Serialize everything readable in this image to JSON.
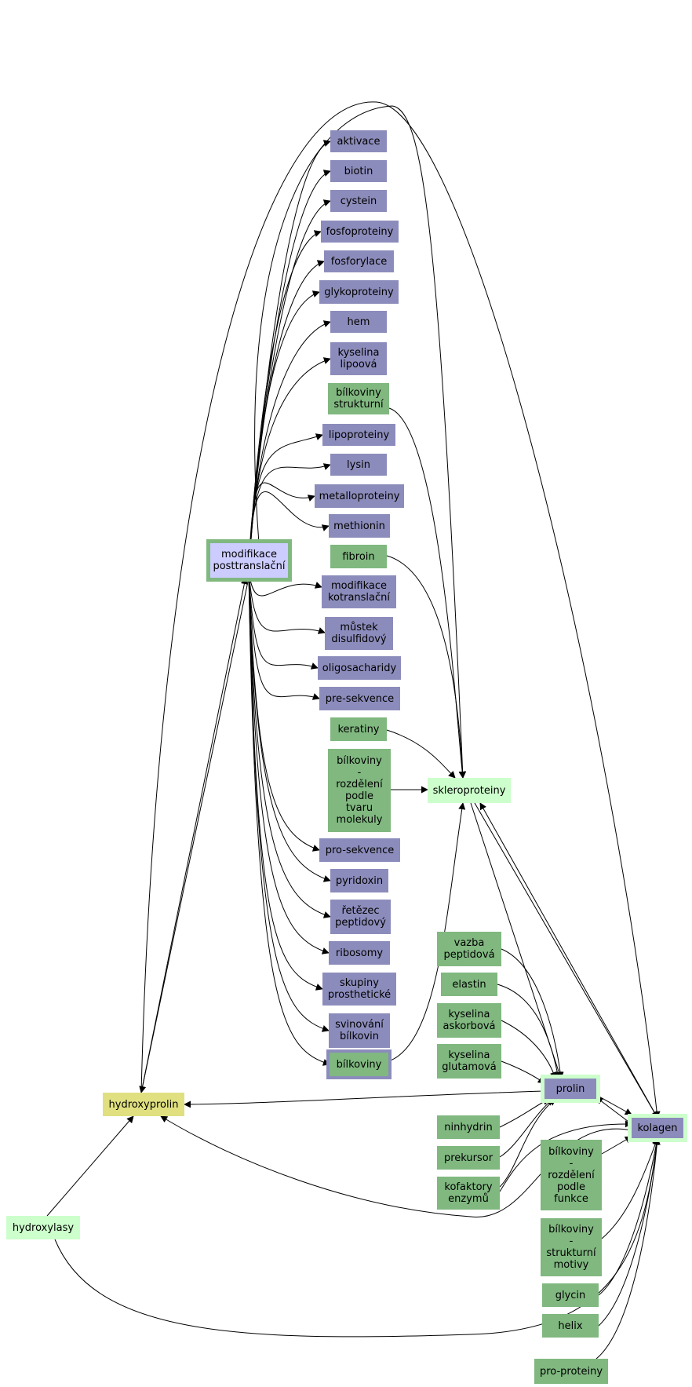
{
  "diagram": {
    "nodes": [
      {
        "id": "aktivace",
        "lines": [
          "aktivace"
        ],
        "color": "purple"
      },
      {
        "id": "biotin",
        "lines": [
          "biotin"
        ],
        "color": "purple"
      },
      {
        "id": "cystein",
        "lines": [
          "cystein"
        ],
        "color": "purple"
      },
      {
        "id": "fosfoproteiny",
        "lines": [
          "fosfoproteiny"
        ],
        "color": "purple"
      },
      {
        "id": "fosforylace",
        "lines": [
          "fosforylace"
        ],
        "color": "purple"
      },
      {
        "id": "glykoproteiny",
        "lines": [
          "glykoproteiny"
        ],
        "color": "purple"
      },
      {
        "id": "hem",
        "lines": [
          "hem"
        ],
        "color": "purple"
      },
      {
        "id": "kyselina-lipoova",
        "lines": [
          "kyselina",
          "lipoová"
        ],
        "color": "purple"
      },
      {
        "id": "bilkoviny-strukturni",
        "lines": [
          "bílkoviny",
          "strukturní"
        ],
        "color": "green"
      },
      {
        "id": "lipoproteiny",
        "lines": [
          "lipoproteiny"
        ],
        "color": "purple"
      },
      {
        "id": "lysin",
        "lines": [
          "lysin"
        ],
        "color": "purple"
      },
      {
        "id": "metalloproteiny",
        "lines": [
          "metalloproteiny"
        ],
        "color": "purple"
      },
      {
        "id": "methionin",
        "lines": [
          "methionin"
        ],
        "color": "purple"
      },
      {
        "id": "fibroin",
        "lines": [
          "fibroin"
        ],
        "color": "green"
      },
      {
        "id": "modifikace-posttranslacni",
        "lines": [
          "modifikace",
          "posttranslační"
        ],
        "color": "lavender",
        "border": "green"
      },
      {
        "id": "modifikace-kotranslacni",
        "lines": [
          "modifikace",
          "kotranslační"
        ],
        "color": "purple"
      },
      {
        "id": "mustek-disulfidovy",
        "lines": [
          "můstek",
          "disulfidový"
        ],
        "color": "purple"
      },
      {
        "id": "oligosacharidy",
        "lines": [
          "oligosacharidy"
        ],
        "color": "purple"
      },
      {
        "id": "pre-sekvence",
        "lines": [
          "pre-sekvence"
        ],
        "color": "purple"
      },
      {
        "id": "keratiny",
        "lines": [
          "keratiny"
        ],
        "color": "green"
      },
      {
        "id": "bilkoviny-tvar",
        "lines": [
          "bílkoviny",
          "-",
          "rozdělení",
          "podle",
          "tvaru",
          "molekuly"
        ],
        "color": "green"
      },
      {
        "id": "skleroproteiny",
        "lines": [
          "skleroproteiny"
        ],
        "color": "lightgreen"
      },
      {
        "id": "pro-sekvence",
        "lines": [
          "pro-sekvence"
        ],
        "color": "purple"
      },
      {
        "id": "pyridoxin",
        "lines": [
          "pyridoxin"
        ],
        "color": "purple"
      },
      {
        "id": "retezec-peptidovy",
        "lines": [
          "řetězec",
          "peptidový"
        ],
        "color": "purple"
      },
      {
        "id": "ribosomy",
        "lines": [
          "ribosomy"
        ],
        "color": "purple"
      },
      {
        "id": "skupiny-prosthetic",
        "lines": [
          "skupiny",
          "prosthetické"
        ],
        "color": "purple"
      },
      {
        "id": "svinovani-bilkovin",
        "lines": [
          "svinování",
          "bílkovin"
        ],
        "color": "purple"
      },
      {
        "id": "bilkoviny",
        "lines": [
          "bílkoviny"
        ],
        "color": "green",
        "border": "purple"
      },
      {
        "id": "vazba-peptidova",
        "lines": [
          "vazba",
          "peptidová"
        ],
        "color": "green"
      },
      {
        "id": "elastin",
        "lines": [
          "elastin"
        ],
        "color": "green"
      },
      {
        "id": "kyselina-askorbova",
        "lines": [
          "kyselina",
          "askorbová"
        ],
        "color": "green"
      },
      {
        "id": "kyselina-glutamova",
        "lines": [
          "kyselina",
          "glutamová"
        ],
        "color": "green"
      },
      {
        "id": "prolin",
        "lines": [
          "prolin"
        ],
        "color": "purple",
        "border": "light"
      },
      {
        "id": "hydroxyprolin",
        "lines": [
          "hydroxyprolin"
        ],
        "color": "yellow"
      },
      {
        "id": "kolagen",
        "lines": [
          "kolagen"
        ],
        "color": "purple",
        "border": "light"
      },
      {
        "id": "ninhydrin",
        "lines": [
          "ninhydrin"
        ],
        "color": "green"
      },
      {
        "id": "prekursor",
        "lines": [
          "prekursor"
        ],
        "color": "green"
      },
      {
        "id": "kofaktory-enzymu",
        "lines": [
          "kofaktory",
          "enzymů"
        ],
        "color": "green"
      },
      {
        "id": "bilkoviny-funkce",
        "lines": [
          "bílkoviny",
          "-",
          "rozdělení",
          "podle",
          "funkce"
        ],
        "color": "green"
      },
      {
        "id": "hydroxylasy",
        "lines": [
          "hydroxylasy"
        ],
        "color": "lightgreen"
      },
      {
        "id": "bilkoviny-motivy",
        "lines": [
          "bílkoviny",
          "-",
          "strukturní",
          "motivy"
        ],
        "color": "green"
      },
      {
        "id": "glycin",
        "lines": [
          "glycin"
        ],
        "color": "green"
      },
      {
        "id": "helix",
        "lines": [
          "helix"
        ],
        "color": "green"
      },
      {
        "id": "pro-proteiny",
        "lines": [
          "pro-proteiny"
        ],
        "color": "green"
      }
    ],
    "colors": {
      "purple": "#8c8cbc",
      "green": "#80b880",
      "lightgreen": "#ccffcc",
      "yellow": "#e0e080",
      "lavender": "#ccccff",
      "edge": "#000000"
    }
  }
}
